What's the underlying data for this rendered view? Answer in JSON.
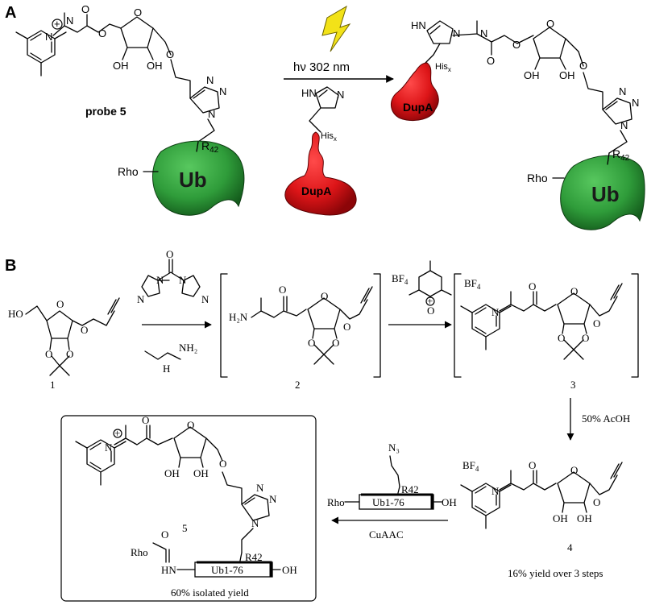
{
  "panels": {
    "a": "A",
    "b": "B"
  },
  "panel_a": {
    "probe_label": "probe 5",
    "light_label": "hν 302 nm",
    "his_label": "His",
    "his_sub": "x",
    "dupa_label": "DupA",
    "ub_label": "Ub",
    "rho_label": "Rho",
    "r42_label": "R",
    "r42_sub": "42",
    "oh_label": "OH",
    "nh_label": "HN",
    "n_label": "N",
    "o_label": "O",
    "plus": "+"
  },
  "panel_b": {
    "compound_1": "1",
    "compound_2": "2",
    "compound_3": "3",
    "compound_4": "4",
    "compound_5": "5",
    "reagent_acoh": "50% AcOH",
    "reagent_cuaac": "CuAAC",
    "yield_3_steps": "16% yield over 3 steps",
    "yield_isolated": "60% isolated  yield",
    "bf4": "BF",
    "bf4_sub": "4",
    "ho_label": "HO",
    "h2n_label": "H₂N",
    "nh2_label": "NH₂",
    "h_label": "H",
    "n3_label": "N₃",
    "ub_protein": "Ub1-76",
    "r42": "R42",
    "rho": "Rho",
    "oh": "OH",
    "hn": "HN",
    "o": "O",
    "n": "N"
  },
  "colors": {
    "green": "#2e9a3a",
    "red": "#d8151b",
    "bolt": "#f2e218"
  }
}
